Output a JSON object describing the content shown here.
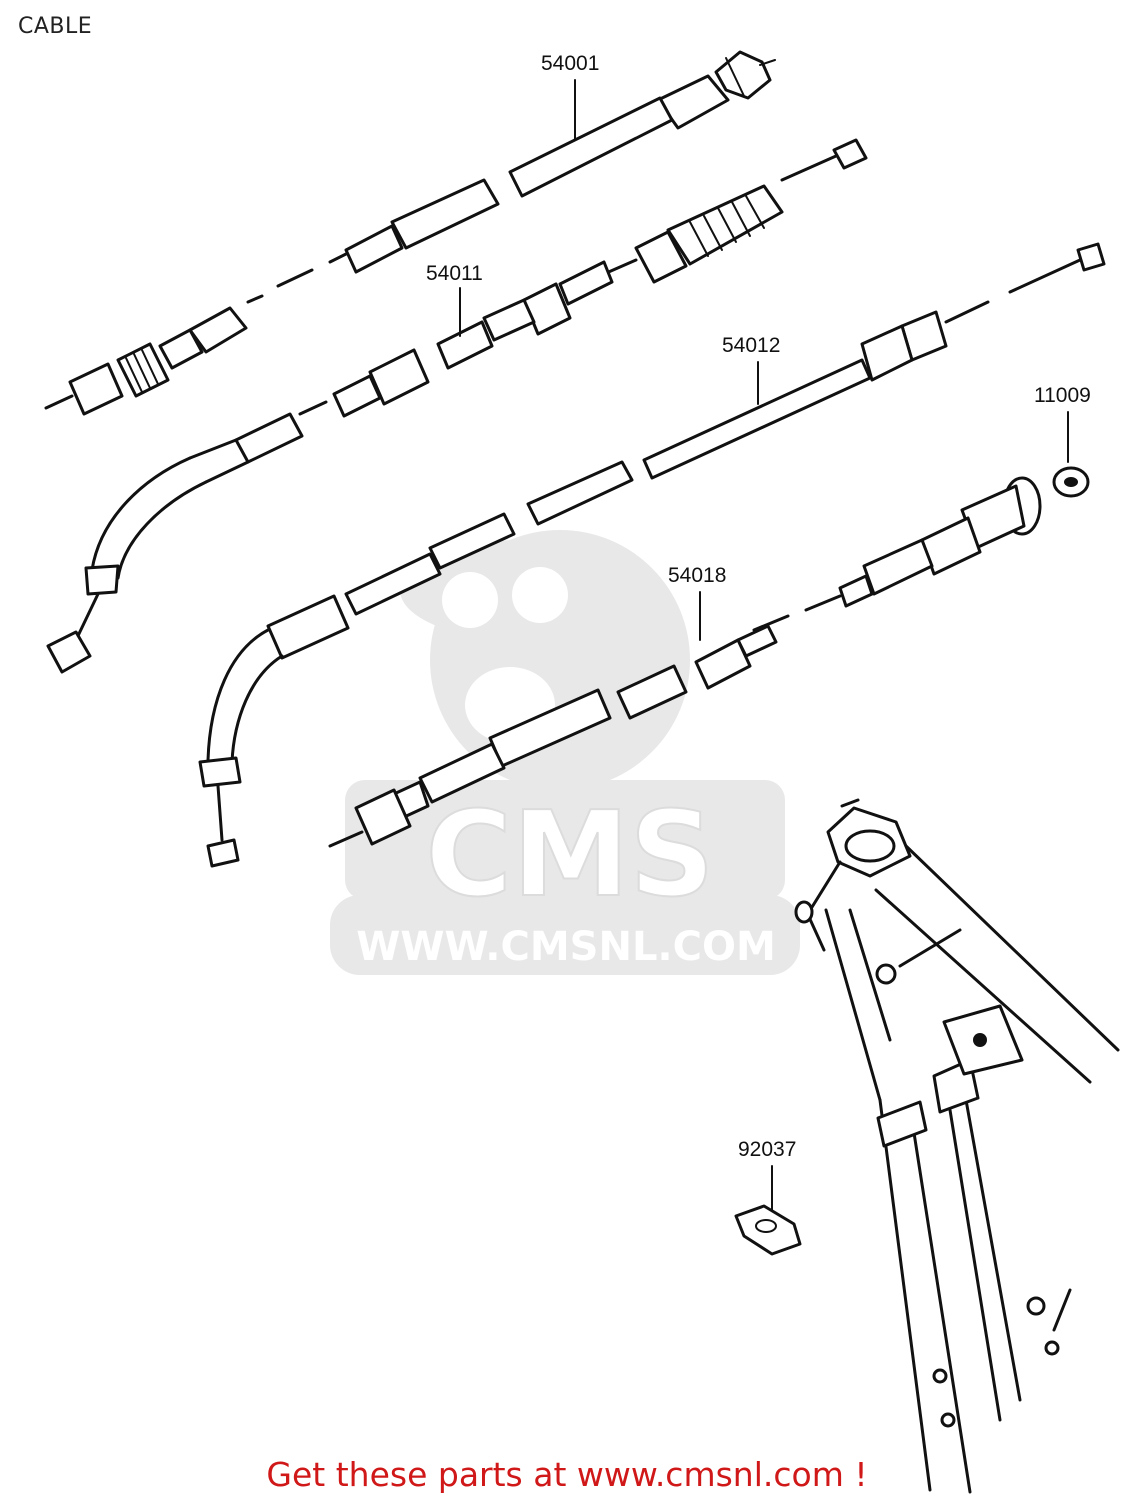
{
  "page_title": "CABLE",
  "callouts": [
    {
      "id": "54001",
      "text": "54001"
    },
    {
      "id": "54011",
      "text": "54011"
    },
    {
      "id": "54012",
      "text": "54012"
    },
    {
      "id": "11009",
      "text": "11009"
    },
    {
      "id": "54018",
      "text": "54018"
    },
    {
      "id": "92037",
      "text": "92037"
    }
  ],
  "watermark": {
    "logo_text": "CMS",
    "url_text": "WWW.CMSNL.COM",
    "color": "#e6e6e6"
  },
  "footer": {
    "text": "Get these parts at www.cmsnl.com !",
    "color": "#d01818"
  }
}
